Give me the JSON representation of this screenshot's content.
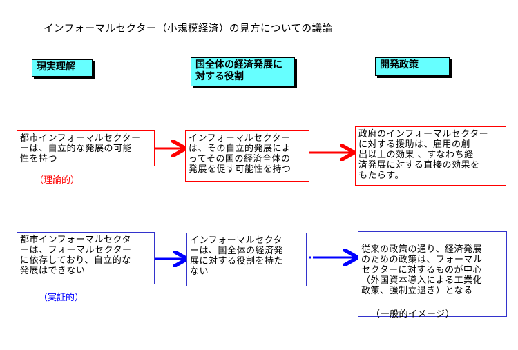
{
  "title": "インフォーマルセクター（小規模経済）の見方についての議論",
  "headers": [
    "現実理解",
    "国全体の経済発展に\n対する役割",
    "開発政策"
  ],
  "row1": {
    "box1": "都市インフォーマルセクター\nーは、自立的な発展の可能\n性を持つ",
    "label": "（理論的）",
    "box2": "インフォーマルセクター\nは、その自立的発展によ\nってその国の経済全体の\n発展を促す可能性を持つ",
    "box3": "政府のインフォーマルセクター\nに対する援助は、雇用の創\n出以上の効果 、すなわち経\n済発展に対する直接の効果を\nもたらす。"
  },
  "row2": {
    "box1": "都市インフォーマルセクタ\nーは、フォーマルセクター\nに依存しており、自立的な\n発展はできない",
    "label": "（実証的）",
    "box2": "インフォーマルセクタ\nーは、国全体の経済発\n展に対する役割を持た\nない",
    "box3": "従来の政策の通り、経済発展\nのための政策は、フォーマル\nセクターに対するものが中心\n（外国資本導入による工業化\n政策、強制立退き）となる",
    "note": "（一般的イメージ）"
  },
  "colors": {
    "header_fill": "#66ffff",
    "red": "#ff0000",
    "blue": "#0000ff",
    "box_blue_border": "#3333cc"
  }
}
